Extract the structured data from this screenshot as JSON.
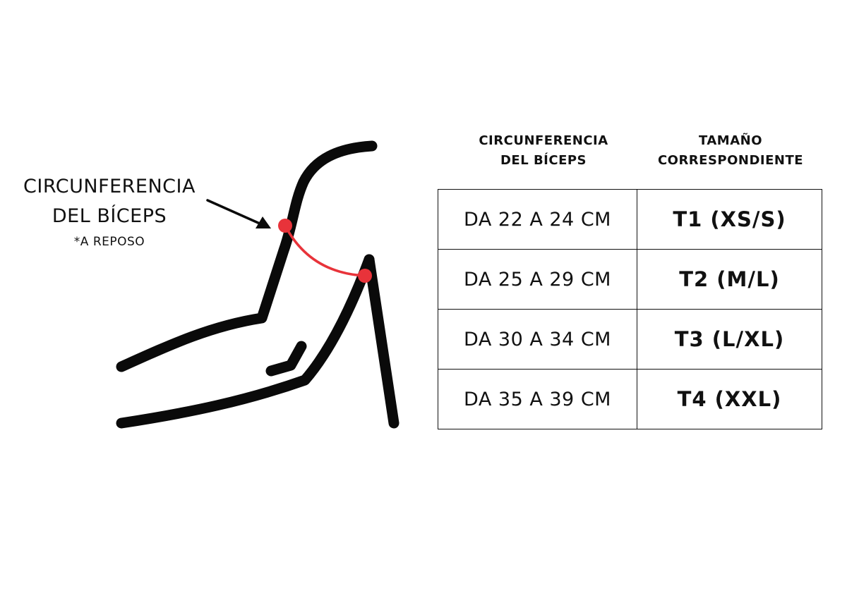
{
  "diagram": {
    "label_title_line1": "CIRCUNFERENCIA",
    "label_title_line2": "DEL BÍCEPS",
    "label_note": "*A REPOSO",
    "measure_color": "#e8333a",
    "outline_color": "#0a0a0a"
  },
  "table": {
    "headers": [
      {
        "line1": "CIRCUNFERENCIA",
        "line2": "DEL BÍCEPS"
      },
      {
        "line1": "TAMAÑO",
        "line2": "CORRESPONDIENTE"
      }
    ],
    "rows": [
      {
        "range": "DA 22 A 24 CM",
        "size": "T1 (XS/S)"
      },
      {
        "range": "DA 25 A 29 CM",
        "size": "T2 (M/L)"
      },
      {
        "range": "DA 30 A 34 CM",
        "size": "T3 (L/XL)"
      },
      {
        "range": "DA 35 A 39 CM",
        "size": "T4 (XXL)"
      }
    ]
  }
}
